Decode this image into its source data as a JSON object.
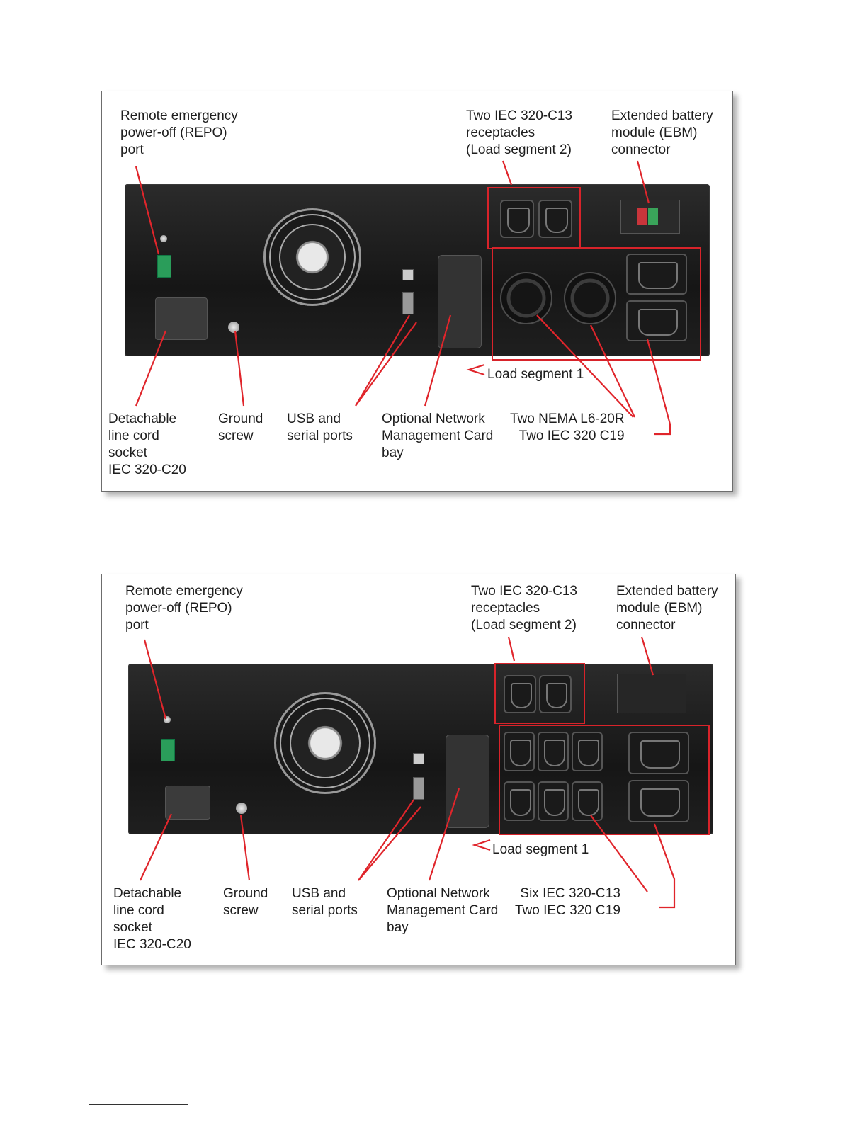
{
  "figures": [
    {
      "callouts": {
        "repo": "Remote emergency\npower-off (REPO)\nport",
        "c13": "Two IEC 320-C13\nreceptacles\n(Load segment 2)",
        "ebm": "Extended battery\nmodule (EBM)\nconnector",
        "load1": "Load segment 1",
        "linecord": "Detachable\nline cord\nsocket\nIEC 320-C20",
        "ground": "Ground\nscrew",
        "usb": "USB and\nserial ports",
        "nmc": "Optional Network\nManagement Card\nbay",
        "outlets": "Two NEMA L6-20R\nTwo IEC 320 C19"
      }
    },
    {
      "callouts": {
        "repo": "Remote emergency\npower-off (REPO)\nport",
        "c13": "Two IEC 320-C13\nreceptacles\n(Load segment 2)",
        "ebm": "Extended battery\nmodule (EBM)\nconnector",
        "load1": "Load segment 1",
        "linecord": "Detachable\nline cord\nsocket\nIEC 320-C20",
        "ground": "Ground\nscrew",
        "usb": "USB and\nserial ports",
        "nmc": "Optional Network\nManagement Card\nbay",
        "outlets": "Six IEC 320-C13\nTwo IEC 320 C19"
      }
    }
  ],
  "colors": {
    "callout_red": "#d8232a",
    "panel": "#1c1c1c",
    "text": "#1e1e1e"
  }
}
